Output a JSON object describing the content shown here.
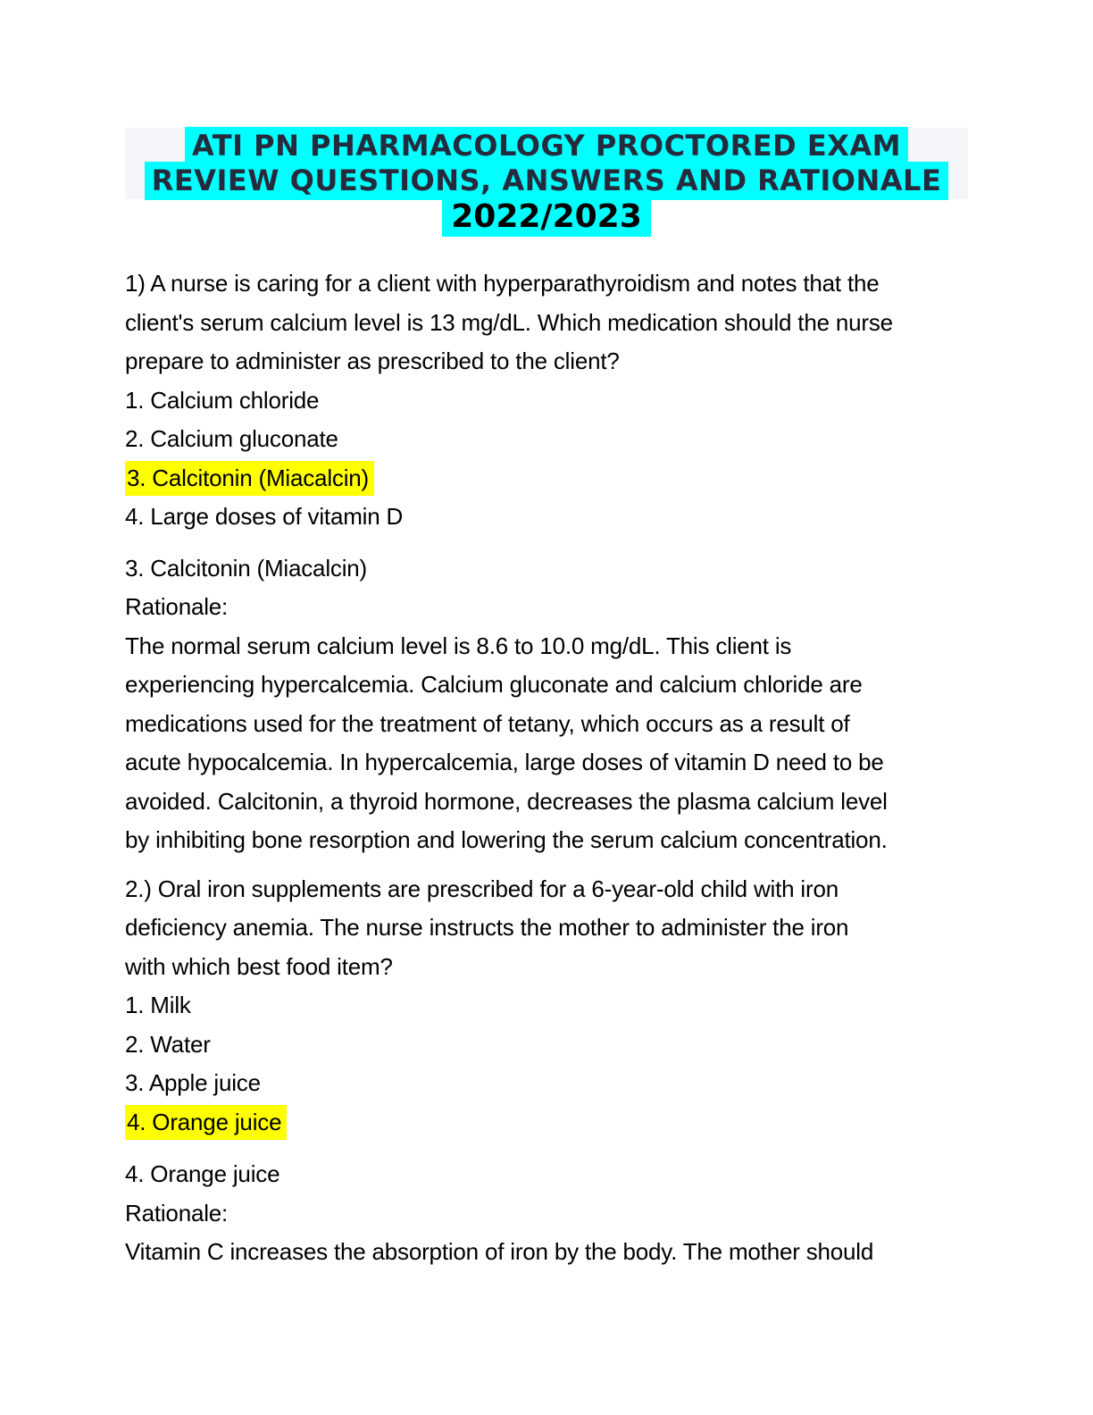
{
  "document": {
    "type": "exam-review-page",
    "colors": {
      "title_highlight": "#00ffff",
      "title_backdrop": "#f4f5f9",
      "title_text": "#252b3d",
      "answer_highlight": "#ffff00",
      "body_text": "#000000",
      "page_background": "#ffffff"
    }
  },
  "title": {
    "line1": "ATI PN PHARMACOLOGY PROCTORED EXAM",
    "line2": "REVIEW QUESTIONS, ANSWERS AND RATIONALE",
    "line3": "2022/2023"
  },
  "questions": [
    {
      "number": "1)",
      "question_lines": [
        "1) A nurse is caring for a client with hyperparathyroidism and notes that the",
        "client's serum calcium level is 13 mg/dL. Which medication should the nurse",
        "prepare to administer as prescribed to the client?"
      ],
      "options": [
        {
          "label": "1. Calcium chloride",
          "highlighted": false
        },
        {
          "label": "2. Calcium gluconate",
          "highlighted": false
        },
        {
          "label": "3. Calcitonin (Miacalcin)",
          "highlighted": true
        },
        {
          "label": "4. Large doses of vitamin D",
          "highlighted": false
        }
      ],
      "answer": "3. Calcitonin (Miacalcin)",
      "rationale_label": "Rationale:",
      "rationale_lines": [
        "The normal serum calcium level is 8.6 to 10.0 mg/dL. This client is",
        "experiencing hypercalcemia. Calcium gluconate and calcium chloride are",
        "medications used for the treatment of tetany, which occurs as a result of",
        "acute hypocalcemia. In hypercalcemia, large doses of vitamin D need to be",
        "avoided. Calcitonin, a thyroid hormone, decreases the plasma calcium level",
        "by inhibiting bone resorption and lowering the serum calcium concentration."
      ]
    },
    {
      "number": "2.)",
      "question_lines": [
        "2.) Oral iron supplements are prescribed for a 6-year-old child with iron",
        "deficiency anemia. The nurse instructs the mother to administer the iron",
        "with which best food item?"
      ],
      "options": [
        {
          "label": "1. Milk",
          "highlighted": false
        },
        {
          "label": "2. Water",
          "highlighted": false
        },
        {
          "label": "3. Apple juice",
          "highlighted": false
        },
        {
          "label": "4. Orange juice",
          "highlighted": true
        }
      ],
      "answer": "4. Orange juice",
      "rationale_label": "Rationale:",
      "rationale_lines": [
        "Vitamin C increases the absorption of iron by the body. The mother should"
      ]
    }
  ]
}
